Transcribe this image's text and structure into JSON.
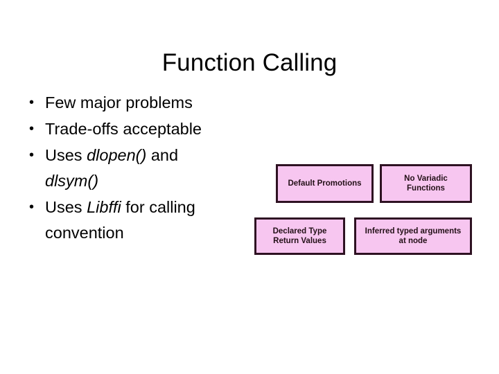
{
  "slide": {
    "title": "Function Calling",
    "background_color": "#FFFFFF"
  },
  "bullets": [
    {
      "bullet_glyph": "•",
      "text": "Few major problems",
      "runs": [
        {
          "text": "Few major problems",
          "italic": false
        }
      ]
    },
    {
      "bullet_glyph": "•",
      "text": "Trade-offs acceptable",
      "runs": [
        {
          "text": "Trade-offs acceptable",
          "italic": false
        }
      ]
    },
    {
      "bullet_glyph": "•",
      "text": "Uses dlopen() and dlsym()",
      "runs": [
        {
          "text": "Uses ",
          "italic": false
        },
        {
          "text": "dlopen()",
          "italic": true
        },
        {
          "text": " and ",
          "italic": false
        },
        {
          "text": "dlsym()",
          "italic": true
        }
      ]
    },
    {
      "bullet_glyph": "•",
      "text": "Uses Libffi for calling convention",
      "runs": [
        {
          "text": "Uses ",
          "italic": false
        },
        {
          "text": "Libffi",
          "italic": true
        },
        {
          "text": " for calling convention",
          "italic": false
        }
      ]
    }
  ],
  "diagram": {
    "fill_color": "#F7C6F0",
    "border_color": "#2E1222",
    "text_color": "#231017",
    "boxes": [
      {
        "id": "default-promotions",
        "label": "Default Promotions",
        "row": 1,
        "col": 1
      },
      {
        "id": "no-variadic-functions",
        "label": "No Variadic\nFunctions",
        "row": 1,
        "col": 2
      },
      {
        "id": "declared-type-return-values",
        "label": "Declared Type\nReturn Values",
        "row": 2,
        "col": 1
      },
      {
        "id": "inferred-typed-arguments",
        "label": "Inferred typed arguments\nat node",
        "row": 2,
        "col": 2
      }
    ]
  }
}
